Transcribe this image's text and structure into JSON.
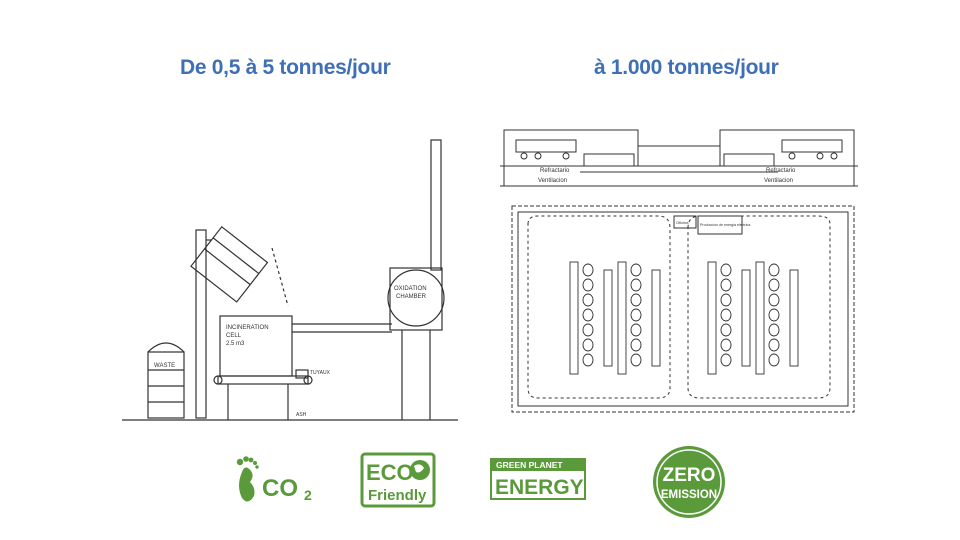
{
  "headings": {
    "left": "De 0,5 à 5 tonnes/jour",
    "right": "à 1.000 tonnes/jour"
  },
  "small_unit": {
    "waste": "WASTE",
    "cell_line1": "INCINERATION",
    "cell_line2": "CELL",
    "cell_line3": "2.5 m3",
    "chamber_line1": "OXIDATION",
    "chamber_line2": "CHAMBER",
    "label_a": "TUYAUX",
    "label_b": "ASH"
  },
  "large_plant": {
    "refractario_left": "Refractario",
    "ventilacion_left": "Ventilacion",
    "refractario_right": "Refractario",
    "ventilacion_right": "Ventilacion",
    "oficina": "Oficina",
    "produccion": "Produccion de energia electrica"
  },
  "badges": {
    "co2": "CO",
    "co2_sub": "2",
    "eco_top": "ECO",
    "eco_bottom": "Friendly",
    "energy_top": "GREEN PLANET",
    "energy_bottom": "ENERGY",
    "zero_top": "ZERO",
    "zero_bottom": "EMISSION"
  },
  "colors": {
    "heading": "#3f6fb6",
    "badge_green": "#5a9a3a",
    "drawing_line": "#333333"
  },
  "icons": [
    "footprint-icon",
    "globe-icon"
  ]
}
